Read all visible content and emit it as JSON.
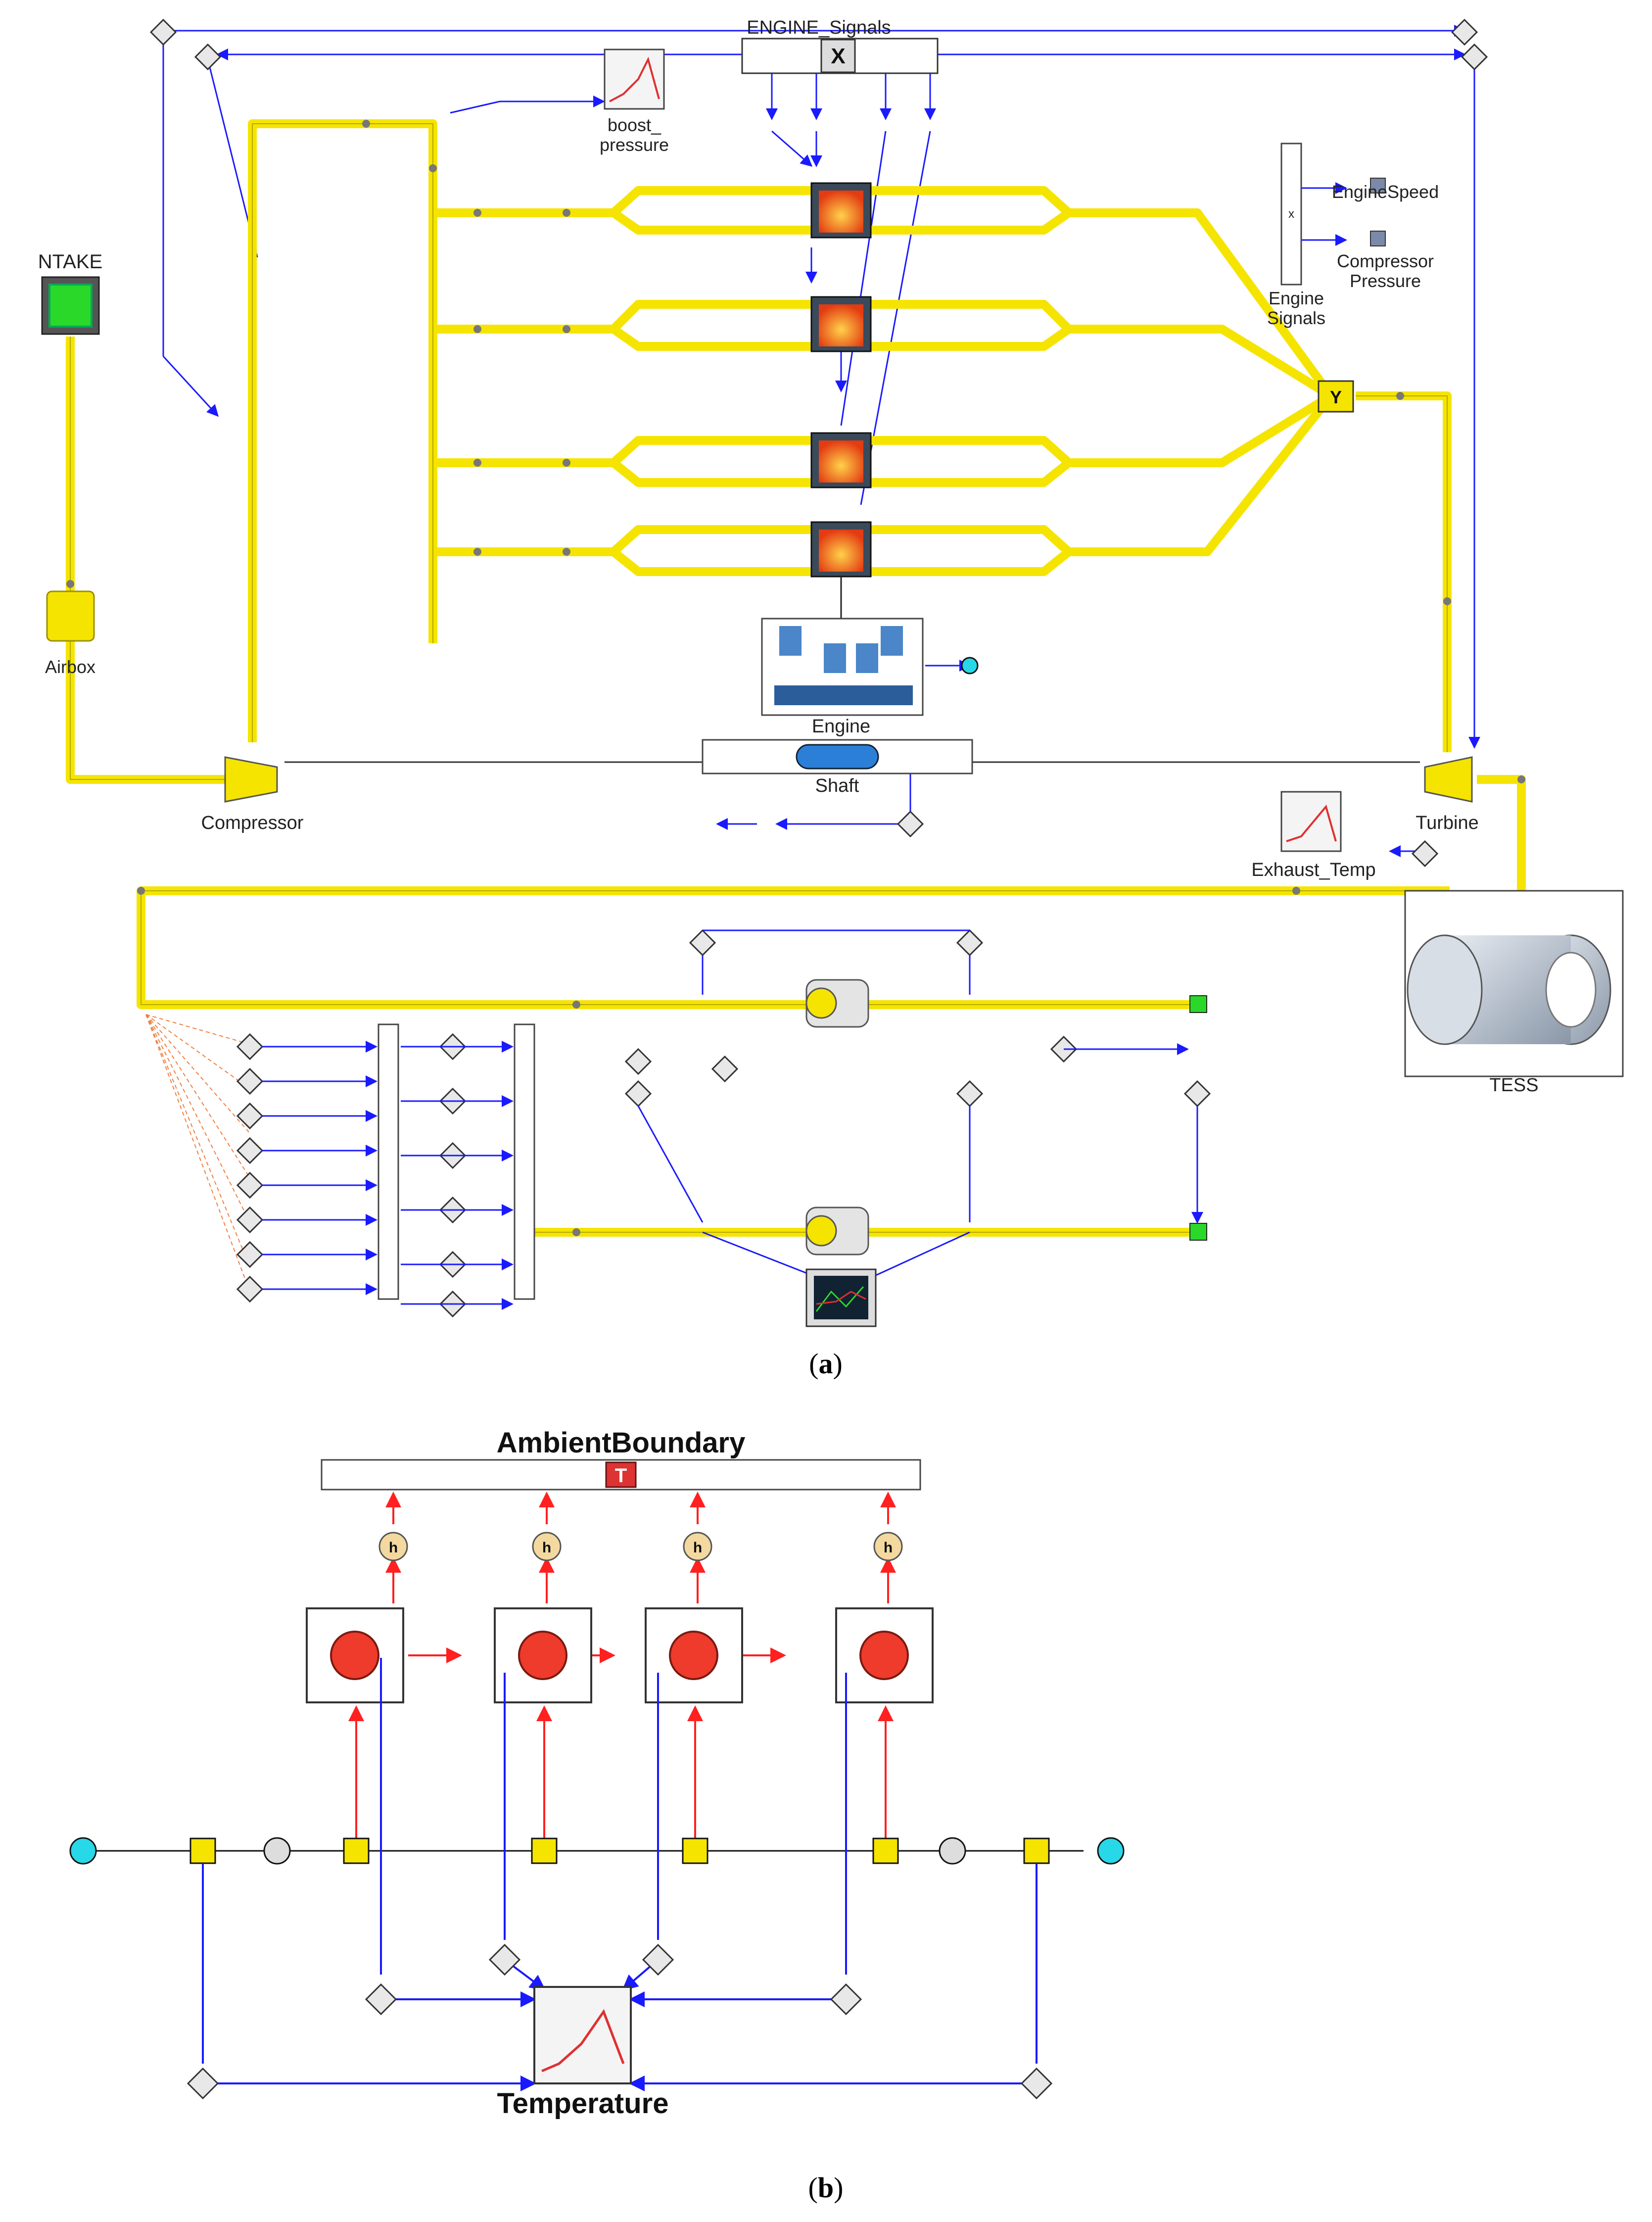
{
  "panel_a": {
    "caption_letter": "a",
    "labels": {
      "engine_signals": "ENGINE_Signals",
      "boost_pressure_1": "boost_",
      "boost_pressure_2": "pressure",
      "intake": "NTAKE",
      "airbox": "Airbox",
      "engine_speed": "EngineSpeed",
      "compressor_pressure_1": "Compressor",
      "compressor_pressure_2": "Pressure",
      "engine_signals_sub_1": "Engine",
      "engine_signals_sub_2": "Signals",
      "engine": "Engine",
      "shaft": "Shaft",
      "compressor": "Compressor",
      "turbine": "Turbine",
      "exhaust_temp": "Exhaust_Temp",
      "tess": "TESS"
    }
  },
  "panel_b": {
    "caption_letter": "b",
    "labels": {
      "ambient_boundary": "AmbientBoundary",
      "temperature": "Temperature"
    }
  },
  "colors": {
    "pipe": "#f5e400",
    "pipe_edge": "#9a9000",
    "signal": "#1a1aff",
    "heat": "#ff2020",
    "cylinder": "#f26b1d",
    "node": "#c8c8c8"
  }
}
